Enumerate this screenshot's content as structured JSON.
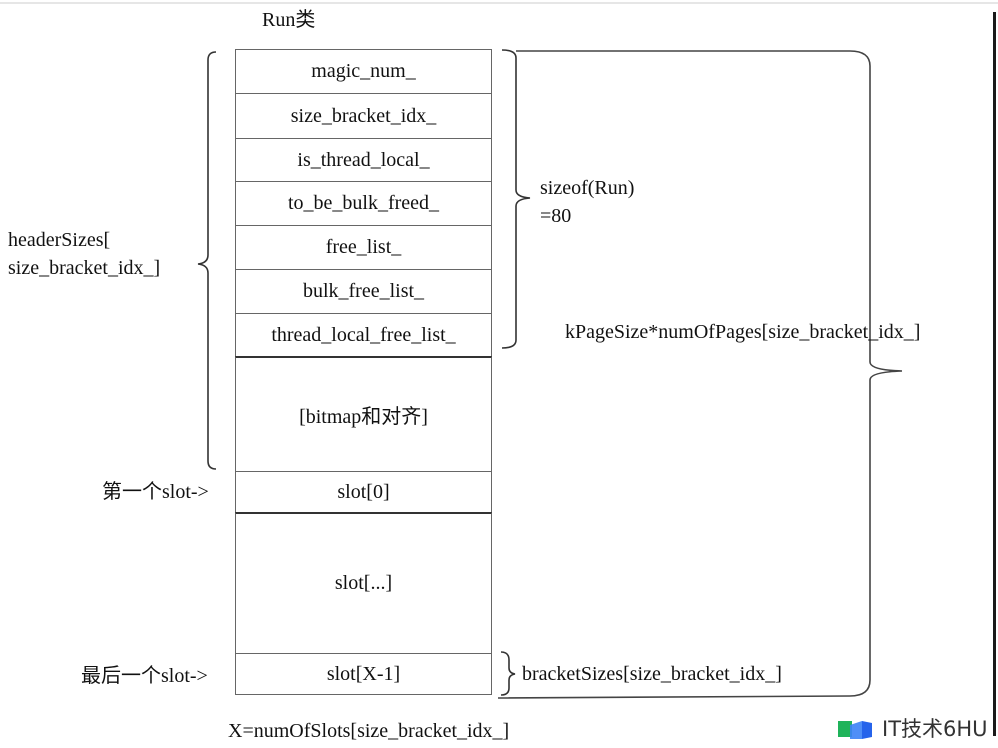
{
  "title": "Run类",
  "fields": [
    "magic_num_",
    "size_bracket_idx_",
    "is_thread_local_",
    "to_be_bulk_freed_",
    "free_list_",
    "bulk_free_list_",
    "thread_local_free_list_"
  ],
  "bitmap_label": "[bitmap和对齐]",
  "slots": {
    "first": "slot[0]",
    "middle": "slot[...]",
    "last": "slot[X-1]"
  },
  "annotations": {
    "header_sizes_line1": "headerSizes[",
    "header_sizes_line2": "size_bracket_idx_]",
    "sizeof_line1": "sizeof(Run)",
    "sizeof_line2": "=80",
    "run_total": "kPageSize*numOfPages[size_bracket_idx_]",
    "bracket_sizes": "bracketSizes[size_bracket_idx_]",
    "first_slot_pointer": "第一个slot->",
    "last_slot_pointer": "最后一个slot->",
    "num_slots": "X=numOfSlots[size_bracket_idx_]"
  },
  "watermark": {
    "text": "IT技术6HU",
    "colors": {
      "green": "#1fb35a",
      "blue": "#3b82f6"
    }
  }
}
